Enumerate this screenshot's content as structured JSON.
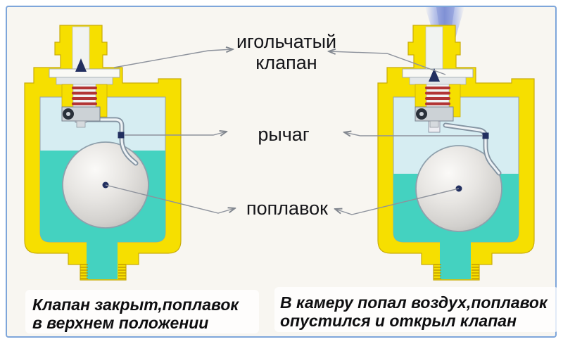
{
  "diagram": {
    "title_context": "air-vent-valve-cross-sections",
    "labels": {
      "needle_valve_line1": "игольчатый",
      "needle_valve_line2": "клапан",
      "lever": "рычаг",
      "float": "поплавок"
    },
    "captions": {
      "left_line1": "Клапан закрыт,поплавок",
      "left_line2": "в верхнем положении",
      "right_line1": "В камеру попал воздух,поплавок",
      "right_line2": "опустился и открыл клапан"
    },
    "colors": {
      "frame_blue": "#7ea6da",
      "background": "#f8f6f1",
      "body_yellow": "#f6df00",
      "body_yellow_edge": "#c9ac0a",
      "thread_edge": "#c19a00",
      "water_teal": "#44d2c0",
      "air_blue": "#d6edf2",
      "chamber_edge": "#96a0a8",
      "channel_white": "#f1f3f1",
      "plate_white": "#f9f9f5",
      "plate_gray": "#e3e7e9",
      "float_edge": "#8fa0ac",
      "needle_navy": "#222f60",
      "spring_red": "#b23434",
      "metal_gray": "#ccd2d6",
      "metal_gray_edge": "#78828e",
      "hinge_dark": "#2a313a",
      "lever_outline": "#8494a2",
      "lever_fill": "#eef2f5",
      "leader_gray": "#8d929c",
      "jet_blue_core": "#7c8dd4",
      "jet_blue_soft": "#b4c0ea",
      "text": "#141416"
    }
  }
}
